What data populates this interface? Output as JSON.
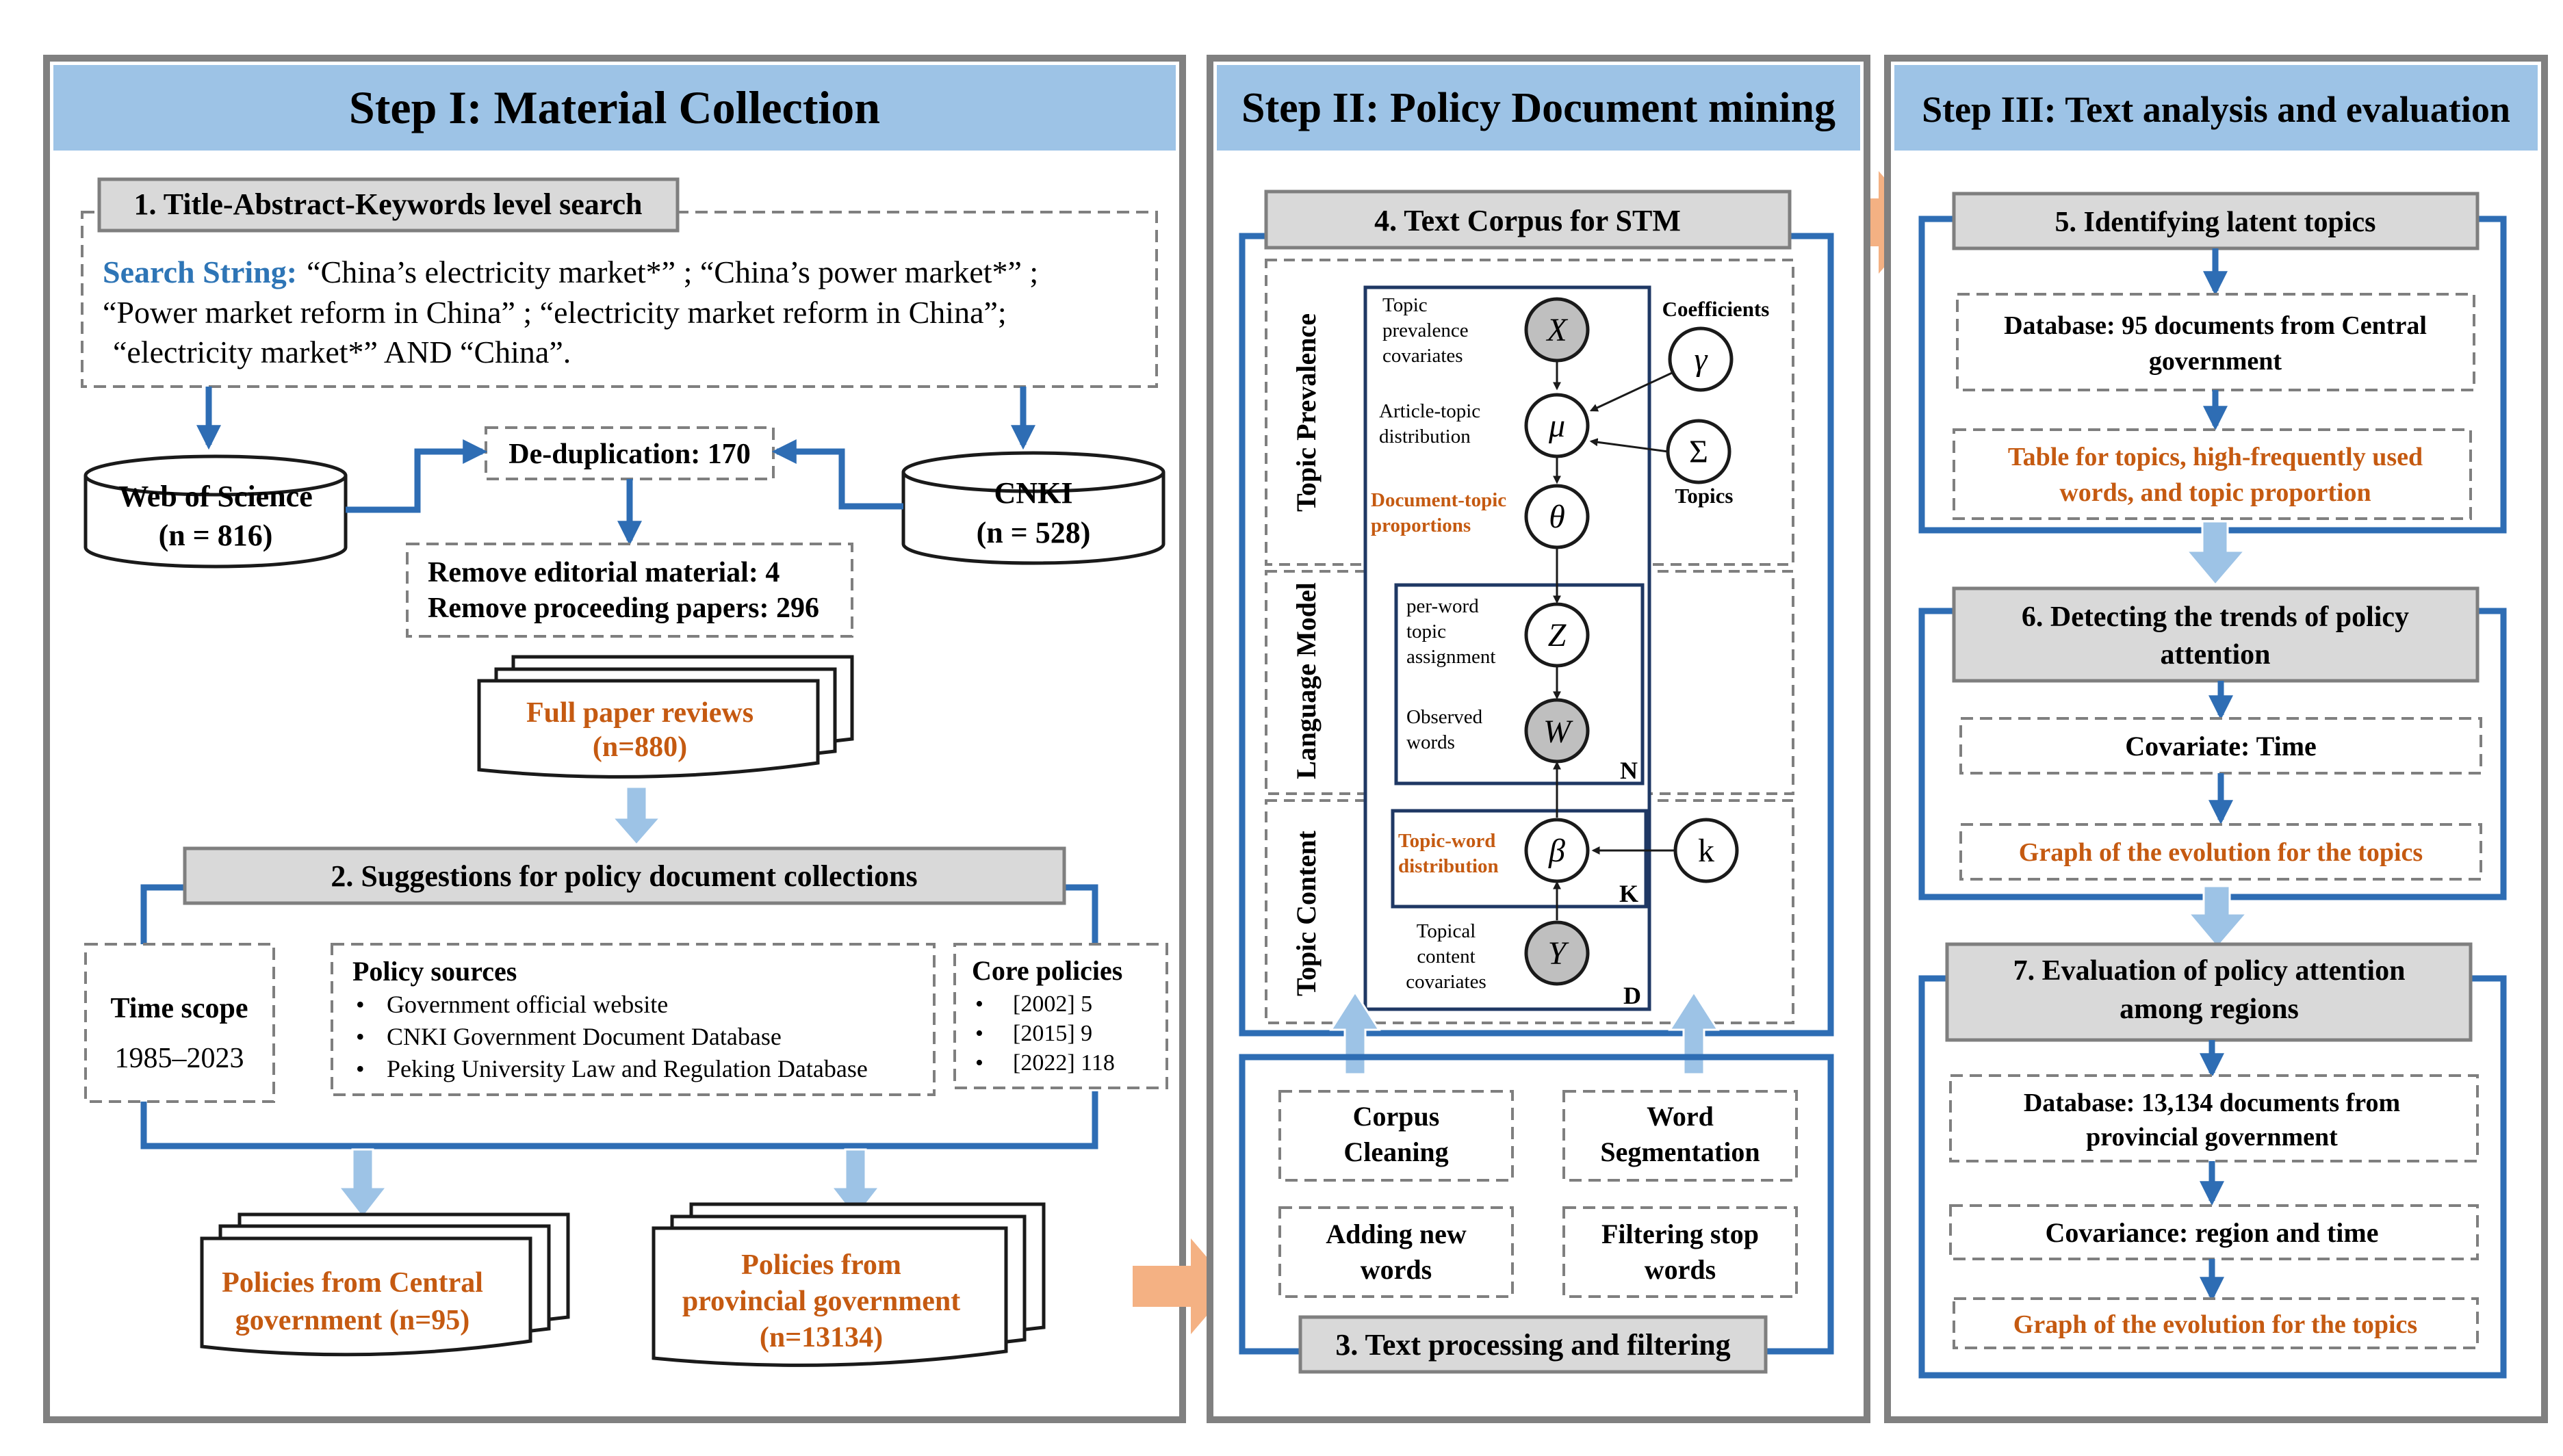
{
  "colors": {
    "panel_header": "#9dc3e6",
    "panel_border": "#808080",
    "connector": "#2e6db4",
    "orange_text": "#c55a11",
    "search_label": "#2e75b6",
    "big_arrow": "#f4b183",
    "down_arrow": "#9dc3e6",
    "grey_box": "#d9d9d9"
  },
  "step1": {
    "title": "Step I: Material Collection",
    "search": {
      "heading": "1. Title-Abstract-Keywords level search",
      "label": "Search String:",
      "line1": "“China’s electricity market*” ; “China’s power market*” ;",
      "line2": "“Power market reform in China” ; “electricity market reform in China”;",
      "line3": "“electricity market*” AND “China”."
    },
    "wos": {
      "name": "Web of Science",
      "count": "(n = 816)"
    },
    "cnki": {
      "name": "CNKI",
      "count": "(n = 528)"
    },
    "dedup": "De-duplication: 170",
    "remove1": "Remove  editorial material: 4",
    "remove2": "Remove proceeding papers: 296",
    "full_review": {
      "line1": "Full paper reviews",
      "line2": "(n=880)"
    },
    "suggestions": "2. Suggestions for policy document collections",
    "time_scope": {
      "title": "Time scope",
      "value": "1985–2023"
    },
    "policy_sources": {
      "title": "Policy sources",
      "items": [
        "Government official website",
        "CNKI Government Document Database",
        "Peking University Law and Regulation Database"
      ]
    },
    "core_policies": {
      "title": "Core policies",
      "items": [
        "[2002] 5",
        "[2015] 9",
        "[2022] 118"
      ]
    },
    "central": {
      "line1": "Policies from Central",
      "line2": "government (n=95)"
    },
    "provincial": {
      "line1": "Policies from",
      "line2": "provincial government",
      "line3": "(n=13134)"
    }
  },
  "step2": {
    "title": "Step II: Policy Document mining",
    "corpus": "4. Text Corpus for STM",
    "sections": [
      "Topic Prevalence",
      "Language Model",
      "Topic Content"
    ],
    "nodes": {
      "x": "X",
      "mu": "μ",
      "theta": "θ",
      "gamma": "γ",
      "sigma": "Σ",
      "z": "Z",
      "w": "W",
      "beta": "β",
      "k": "k",
      "y": "Y"
    },
    "labels": {
      "topic_prev_cov": [
        "Topic",
        "prevalence",
        "covariates"
      ],
      "article_topic": [
        "Article-topic",
        "distribution"
      ],
      "doc_topic": [
        "Document-topic",
        "proportions"
      ],
      "coefficients": "Coefficients",
      "topics": "Topics",
      "per_word": [
        "per-word",
        "topic",
        "assignment"
      ],
      "observed": [
        "Observed",
        "words"
      ],
      "topic_word": [
        "Topic-word",
        "distribution"
      ],
      "topical_cov": [
        "Topical",
        "content",
        "covariates"
      ],
      "plate_n": "N",
      "plate_k": "K",
      "plate_d": "D"
    },
    "processing": {
      "corpus_cleaning": [
        "Corpus",
        "Cleaning"
      ],
      "word_segmentation": [
        "Word",
        "Segmentation"
      ],
      "adding_words": [
        "Adding new",
        "words"
      ],
      "filtering_stop": [
        "Filtering stop",
        "words"
      ],
      "title": "3. Text processing and filtering"
    }
  },
  "step3": {
    "title": "Step III: Text analysis and evaluation",
    "s5": {
      "title": "5. Identifying latent topics",
      "db": [
        "Database: 95 documents from Central",
        "government"
      ],
      "table": [
        "Table for topics, high-frequently used",
        "words, and topic proportion"
      ]
    },
    "s6": {
      "title": [
        "6. Detecting the trends of policy",
        "attention"
      ],
      "covariate": "Covariate: Time",
      "graph": "Graph of the evolution for the topics"
    },
    "s7": {
      "title": [
        "7. Evaluation of policy attention",
        "among regions"
      ],
      "db": [
        "Database: 13,134 documents from",
        "provincial government"
      ],
      "covariance": "Covariance:  region and time",
      "graph": "Graph of the evolution for the topics"
    }
  }
}
